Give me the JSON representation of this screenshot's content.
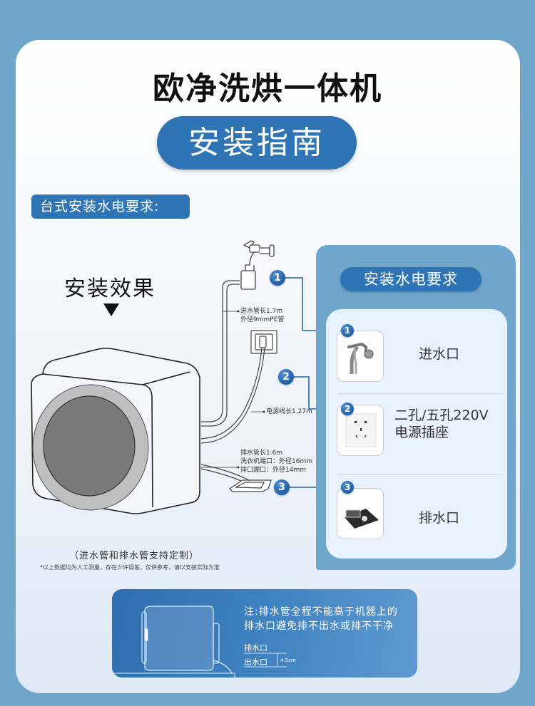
{
  "page": {
    "title": "欧净洗烘一体机",
    "subtitle": "安装指南",
    "section_label": "台式安装水电要求:"
  },
  "diagram": {
    "effect_label": "安装效果",
    "annotations": {
      "inlet_pipe": [
        "进水管长1.7m",
        "外径9mmPE管"
      ],
      "power_cord": "电源线长1.27m",
      "drain_pipe": [
        "排水管长1.6m",
        "洗衣机端口：外径16mm",
        "排口端口：外径14mm"
      ]
    },
    "badges": [
      "1",
      "2",
      "3"
    ],
    "footnote_main": "（进水管和排水管支持定制）",
    "footnote_sub": "*以上数据均为人工测量，存在少许误差，仅供参考，请以安装实际为准"
  },
  "requirements": {
    "header": "安装水电要求",
    "items": [
      {
        "badge": "1",
        "icon": "faucet-icon",
        "label": "进水口",
        "label2": ""
      },
      {
        "badge": "2",
        "icon": "power-socket-icon",
        "label": "二孔/五孔220V",
        "label2": "电源插座"
      },
      {
        "badge": "3",
        "icon": "floor-drain-icon",
        "label": "排水口",
        "label2": ""
      }
    ]
  },
  "note": {
    "line1": "注:排水管全程不能高于机器上的",
    "line2": "排水口避免排不出水或排不干净",
    "drain_outlet_label": "排水口",
    "water_outlet_label": "出水口",
    "height_diff": "4.5cm"
  },
  "colors": {
    "background": "#6fa6cc",
    "accent_blue": "#2f75b5",
    "panel_blue": "#6fa6cc",
    "list_bg": "#e8f2fc"
  }
}
